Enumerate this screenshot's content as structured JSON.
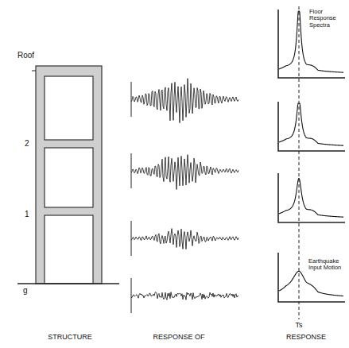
{
  "diagram": {
    "labels": [
      "Roof",
      "2",
      "1",
      "g",
      "Floor Response Spectra",
      "Earthquake Input Motion",
      "Ts",
      "STRUCTURE",
      "RESPONSE OF",
      "RESPONSE"
    ]
  }
}
